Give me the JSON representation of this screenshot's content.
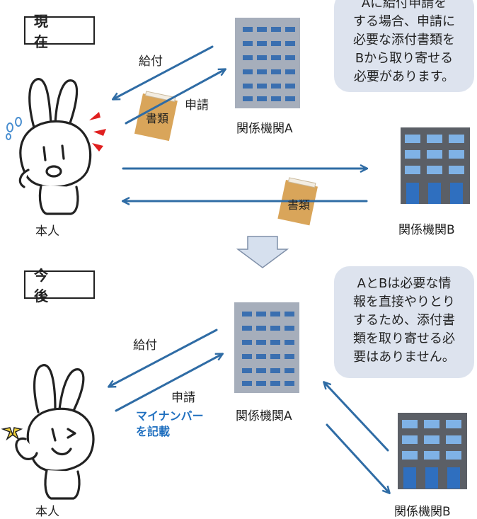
{
  "current": {
    "section_label": "現 在",
    "benefit_label": "給付",
    "application_label": "申請",
    "document_label": "書類",
    "agency_a": "関係機関A",
    "agency_b": "関係機関B",
    "person": "本人",
    "bubble_lines": [
      "Aに給付申請を",
      "する場合、申請に",
      "必要な添付書類を",
      "Bから取り寄せる",
      "必要があります。"
    ]
  },
  "future": {
    "section_label": "今 後",
    "benefit_label": "給付",
    "application_label": "申請",
    "mynumber_lines": [
      "マイナンバー",
      "を記載"
    ],
    "agency_a": "関係機関A",
    "agency_b": "関係機関B",
    "person": "本人",
    "bubble_lines": [
      "AとBは必要な情",
      "報を直接やりとり",
      "するため、添付書",
      "類を取り寄せる必",
      "要はありません。"
    ]
  },
  "colors": {
    "arrow": "#2f6ca5",
    "bubble": "#dde3ee",
    "envelope": "#d9a55a",
    "highlight": "#1f6fbf"
  }
}
